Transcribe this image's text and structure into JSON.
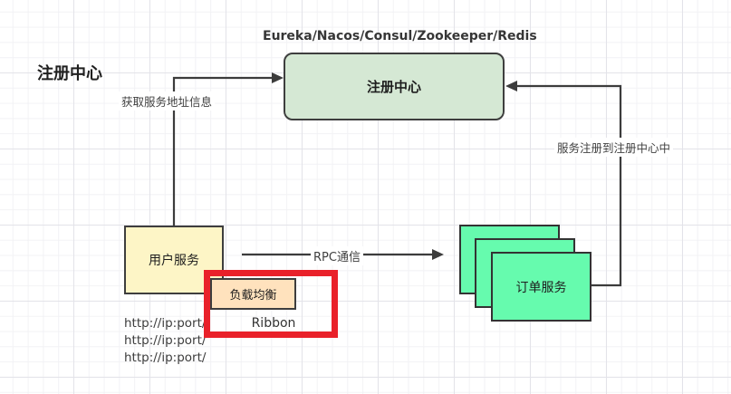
{
  "page_title": "注册中心",
  "registry": {
    "caption": "Eureka/Nacos/Consul/Zookeeper/Redis",
    "label": "注册中心"
  },
  "user_service": {
    "label": "用户服务"
  },
  "order_service": {
    "label": "订单服务",
    "instance_count": 3
  },
  "load_balancer": {
    "label": "负载均衡",
    "impl_label": "Ribbon"
  },
  "edges": {
    "fetch_label": "获取服务地址信息",
    "register_label": "服务注册到注册中心中",
    "rpc_label": "RPC通信"
  },
  "urls": {
    "line1": "http://ip:port/",
    "line2": "http://ip:port/",
    "line3": "http://ip:port/"
  },
  "colors": {
    "registry_fill": "#d5e8d4",
    "user_service_fill": "#fdf5c6",
    "order_service_fill": "#66fbae",
    "load_balancer_fill": "#ffe2bd",
    "highlight_red": "#e9212a",
    "connector": "#3c3c3c"
  }
}
